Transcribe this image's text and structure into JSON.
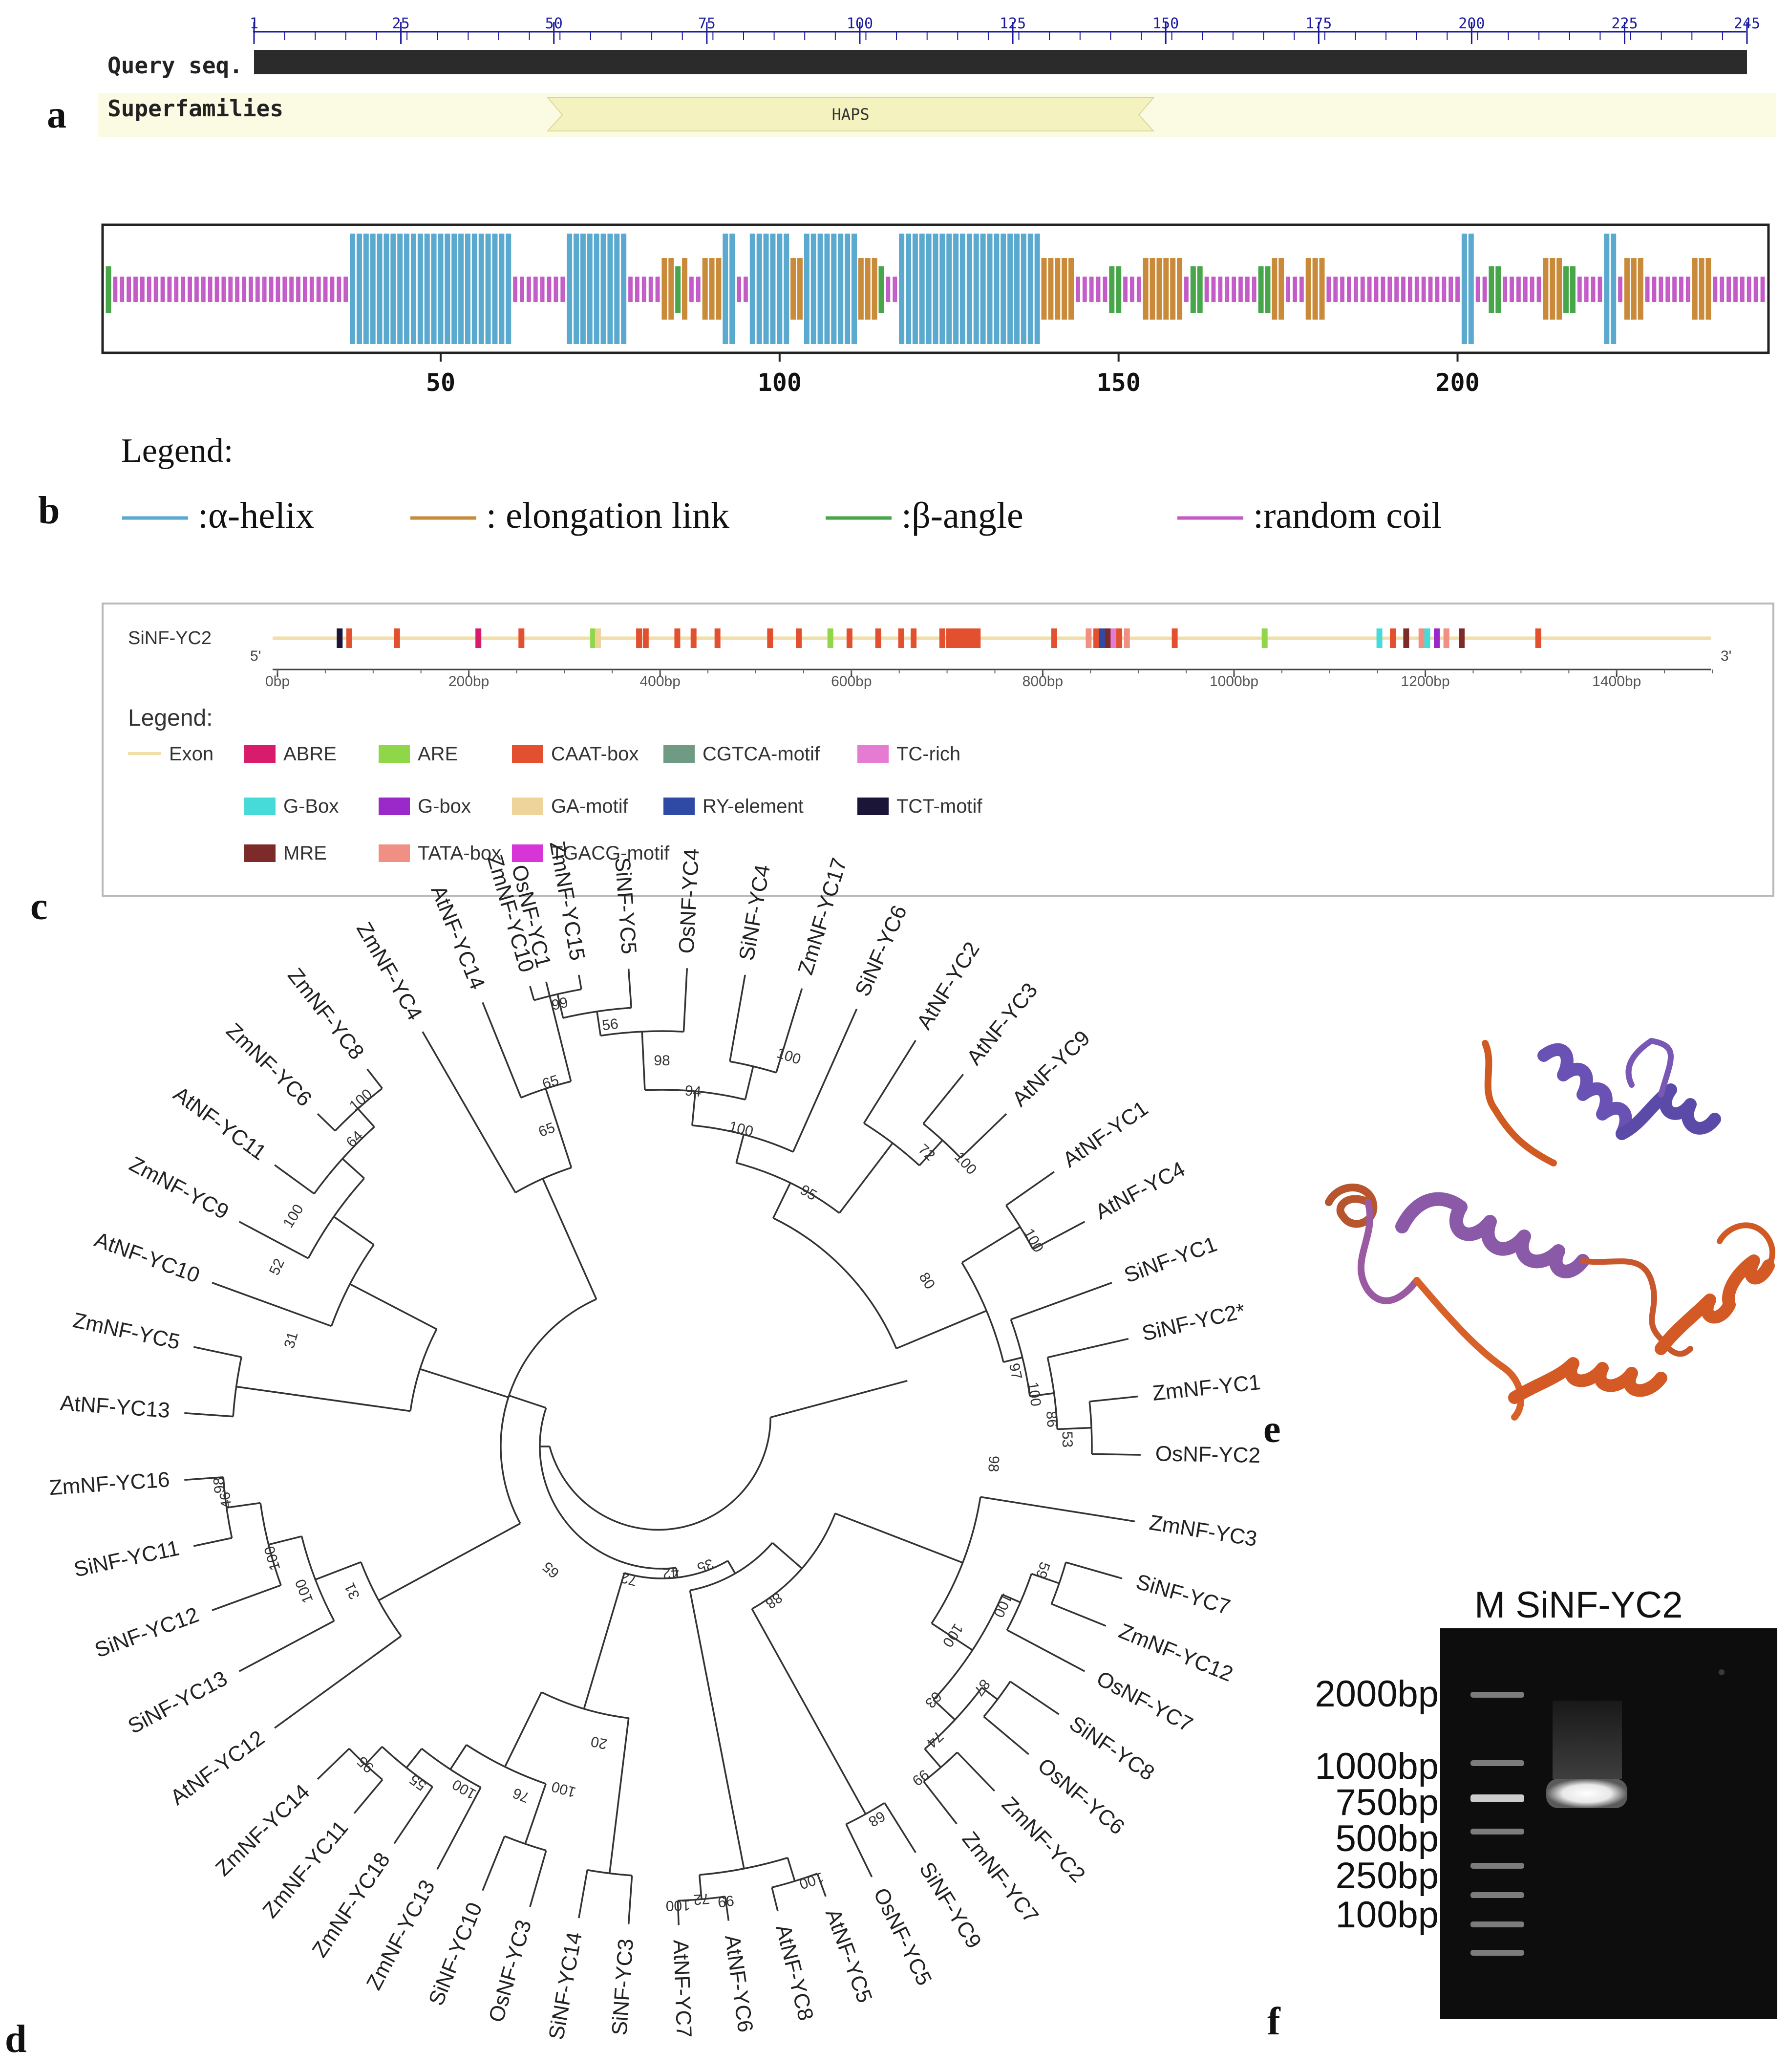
{
  "panels": {
    "a": "a",
    "b": "b",
    "c": "c",
    "d": "d",
    "e": "e",
    "f": "f"
  },
  "panel_a": {
    "ruler_ticks": [
      "1",
      "25",
      "50",
      "75",
      "100",
      "125",
      "150",
      "175",
      "200",
      "225",
      "245"
    ],
    "query_label": "Query seq.",
    "superfamilies_label": "Superfamilies",
    "domain_label": "HAPS",
    "query_length": 245,
    "domain_range": [
      49,
      148
    ],
    "colors": {
      "query_bar": "#2b2b2b",
      "superfamily_band": "#fbfbe3",
      "domain": "#f4f3c0"
    }
  },
  "panel_b": {
    "axis_ticks": [
      "50",
      "100",
      "150",
      "200"
    ],
    "legend_title": "Legend:",
    "legend": [
      {
        "key": "helix",
        "label": ":α-helix",
        "color": "#5aa9cf"
      },
      {
        "key": "extended",
        "label": ": elongation link",
        "color": "#c98a3a"
      },
      {
        "key": "turn",
        "label": ":β-angle",
        "color": "#48a64a"
      },
      {
        "key": "coil",
        "label": ":random coil",
        "color": "#c35ac7"
      }
    ],
    "length": 245,
    "helix_segments": [
      [
        37,
        60
      ],
      [
        69,
        77
      ],
      [
        92,
        93
      ],
      [
        96,
        101
      ],
      [
        104,
        111
      ],
      [
        118,
        138
      ],
      [
        201,
        202
      ],
      [
        222,
        223
      ]
    ],
    "strand_segments": [
      [
        37,
        38
      ],
      [
        83,
        86
      ],
      [
        89,
        92
      ],
      [
        101,
        103
      ],
      [
        112,
        114
      ],
      [
        139,
        143
      ],
      [
        154,
        159
      ],
      [
        172,
        174
      ],
      [
        178,
        180
      ],
      [
        213,
        215
      ],
      [
        225,
        227
      ],
      [
        235,
        237
      ]
    ],
    "turn_segments": [
      [
        1,
        1
      ],
      [
        85,
        85
      ],
      [
        115,
        115
      ],
      [
        149,
        150
      ],
      [
        161,
        162
      ],
      [
        171,
        172
      ],
      [
        205,
        206
      ],
      [
        216,
        217
      ]
    ]
  },
  "panel_c": {
    "gene_label": "SiNF-YC2",
    "five_prime": "5'",
    "three_prime": "3'",
    "axis_ticks": [
      "0bp",
      "200bp",
      "400bp",
      "600bp",
      "800bp",
      "1000bp",
      "1200bp",
      "1400bp"
    ],
    "length_bp": 1500,
    "legend_title": "Legend:",
    "legend": [
      {
        "label": "Exon",
        "color": "#f0dfa8",
        "line": true
      },
      {
        "label": "ABRE",
        "color": "#d81b6a"
      },
      {
        "label": "ARE",
        "color": "#8fd649"
      },
      {
        "label": "CAAT-box",
        "color": "#e2502f"
      },
      {
        "label": "CGTCA-motif",
        "color": "#6f9b84"
      },
      {
        "label": "TC-rich",
        "color": "#e57bd2"
      },
      {
        "label": "G-Box",
        "color": "#46dbd8"
      },
      {
        "label": "G-box",
        "color": "#9b28c9"
      },
      {
        "label": "GA-motif",
        "color": "#eed39a"
      },
      {
        "label": "RY-element",
        "color": "#2f4aa5"
      },
      {
        "label": "TCT-motif",
        "color": "#1b1538"
      },
      {
        "label": "MRE",
        "color": "#7c2a2a"
      },
      {
        "label": "TATA-box",
        "color": "#f08f83"
      },
      {
        "label": "TGACG-motif",
        "color": "#d735d7"
      }
    ],
    "elements": [
      {
        "bp": 65,
        "type": "TCT-motif"
      },
      {
        "bp": 75,
        "type": "CAAT-box"
      },
      {
        "bp": 125,
        "type": "CAAT-box"
      },
      {
        "bp": 210,
        "type": "ABRE"
      },
      {
        "bp": 255,
        "type": "CAAT-box"
      },
      {
        "bp": 330,
        "type": "ARE"
      },
      {
        "bp": 335,
        "type": "GA-motif"
      },
      {
        "bp": 378,
        "type": "CAAT-box"
      },
      {
        "bp": 385,
        "type": "CAAT-box"
      },
      {
        "bp": 418,
        "type": "CAAT-box"
      },
      {
        "bp": 435,
        "type": "CAAT-box"
      },
      {
        "bp": 460,
        "type": "CAAT-box"
      },
      {
        "bp": 515,
        "type": "CAAT-box"
      },
      {
        "bp": 545,
        "type": "CAAT-box"
      },
      {
        "bp": 578,
        "type": "ARE"
      },
      {
        "bp": 598,
        "type": "CAAT-box"
      },
      {
        "bp": 628,
        "type": "CAAT-box"
      },
      {
        "bp": 652,
        "type": "CAAT-box"
      },
      {
        "bp": 665,
        "type": "CAAT-box"
      },
      {
        "bp": 695,
        "type": "CAAT-box"
      },
      {
        "bp": 702,
        "type": "CAAT-box"
      },
      {
        "bp": 708,
        "type": "CAAT-box"
      },
      {
        "bp": 714,
        "type": "CAAT-box"
      },
      {
        "bp": 720,
        "type": "CAAT-box"
      },
      {
        "bp": 726,
        "type": "CAAT-box"
      },
      {
        "bp": 732,
        "type": "CAAT-box"
      },
      {
        "bp": 812,
        "type": "CAAT-box"
      },
      {
        "bp": 848,
        "type": "TATA-box"
      },
      {
        "bp": 856,
        "type": "CAAT-box"
      },
      {
        "bp": 862,
        "type": "RY-element"
      },
      {
        "bp": 868,
        "type": "MRE"
      },
      {
        "bp": 874,
        "type": "TC-rich"
      },
      {
        "bp": 880,
        "type": "CAAT-box"
      },
      {
        "bp": 888,
        "type": "TATA-box"
      },
      {
        "bp": 938,
        "type": "CAAT-box"
      },
      {
        "bp": 1032,
        "type": "ARE"
      },
      {
        "bp": 1152,
        "type": "G-Box"
      },
      {
        "bp": 1166,
        "type": "CAAT-box"
      },
      {
        "bp": 1180,
        "type": "MRE"
      },
      {
        "bp": 1196,
        "type": "TATA-box"
      },
      {
        "bp": 1202,
        "type": "G-Box"
      },
      {
        "bp": 1212,
        "type": "G-box"
      },
      {
        "bp": 1222,
        "type": "TATA-box"
      },
      {
        "bp": 1238,
        "type": "MRE"
      },
      {
        "bp": 1318,
        "type": "CAAT-box"
      }
    ]
  },
  "panel_d": {
    "root_angle": -15,
    "taxa": [
      {
        "name": "OsNF-YC1",
        "ang": 256
      },
      {
        "name": "AtNF-YC14",
        "ang": 248
      },
      {
        "name": "ZmNF-YC4",
        "ang": 240
      },
      {
        "name": "ZmNF-YC8",
        "ang": 232
      },
      {
        "name": "ZmNF-YC6",
        "ang": 224
      },
      {
        "name": "AtNF-YC11",
        "ang": 216
      },
      {
        "name": "ZmNF-YC9",
        "ang": 208
      },
      {
        "name": "AtNF-YC10",
        "ang": 200
      },
      {
        "name": "ZmNF-YC5",
        "ang": 192
      },
      {
        "name": "AtNF-YC13",
        "ang": 184
      },
      {
        "name": "ZmNF-YC16",
        "ang": 176
      },
      {
        "name": "SiNF-YC11",
        "ang": 168
      },
      {
        "name": "SiNF-YC12",
        "ang": 160
      },
      {
        "name": "SiNF-YC13",
        "ang": 152
      },
      {
        "name": "AtNF-YC12",
        "ang": 144
      },
      {
        "name": "ZmNF-YC14",
        "ang": 136
      },
      {
        "name": "ZmNF-YC11",
        "ang": 130
      },
      {
        "name": "ZmNF-YC18",
        "ang": 124
      },
      {
        "name": "ZmNF-YC13",
        "ang": 118
      },
      {
        "name": "SiNF-YC10",
        "ang": 112
      },
      {
        "name": "OsNF-YC3",
        "ang": 106
      },
      {
        "name": "SiNF-YC14",
        "ang": 100
      },
      {
        "name": "SiNF-YC3",
        "ang": 94
      },
      {
        "name": "AtNF-YC7",
        "ang": 88
      },
      {
        "name": "AtNF-YC6",
        "ang": 82
      },
      {
        "name": "AtNF-YC8",
        "ang": 76
      },
      {
        "name": "AtNF-YC5",
        "ang": 70
      },
      {
        "name": "OsNF-YC5",
        "ang": 64
      },
      {
        "name": "SiNF-YC9",
        "ang": 58
      },
      {
        "name": "ZmNF-YC7",
        "ang": 52
      },
      {
        "name": "ZmNF-YC2",
        "ang": 46
      },
      {
        "name": "OsNF-YC6",
        "ang": 40
      },
      {
        "name": "SiNF-YC8",
        "ang": 34
      },
      {
        "name": "OsNF-YC7",
        "ang": 28
      },
      {
        "name": "ZmNF-YC12",
        "ang": 22
      },
      {
        "name": "SiNF-YC7",
        "ang": 16
      },
      {
        "name": "ZmNF-YC3",
        "ang": 9
      },
      {
        "name": "OsNF-YC2",
        "ang": 1
      },
      {
        "name": "ZmNF-YC1",
        "ang": -6
      },
      {
        "name": "SiNF-YC2*",
        "ang": -13
      },
      {
        "name": "SiNF-YC1",
        "ang": -20
      },
      {
        "name": "AtNF-YC4",
        "ang": -28
      },
      {
        "name": "AtNF-YC1",
        "ang": -35
      },
      {
        "name": "AtNF-YC9",
        "ang": -44
      },
      {
        "name": "AtNF-YC3",
        "ang": -51
      },
      {
        "name": "AtNF-YC2",
        "ang": -58
      },
      {
        "name": "SiNF-YC6",
        "ang": -66
      },
      {
        "name": "ZmNF-YC17",
        "ang": -73
      },
      {
        "name": "SiNF-YC4",
        "ang": -80
      },
      {
        "name": "OsNF-YC4",
        "ang": -87
      },
      {
        "name": "SiNF-YC5",
        "ang": -94
      },
      {
        "name": "ZmNF-YC15",
        "ang": -100
      },
      {
        "name": "ZmNF-YC10",
        "ang": -106
      }
    ],
    "bootstrap": [
      {
        "text": "65",
        "ang": 253,
        "r": 770
      },
      {
        "text": "65",
        "ang": 250,
        "r": 680
      },
      {
        "text": "100",
        "ang": 229,
        "r": 930
      },
      {
        "text": "64",
        "ang": 225,
        "r": 880
      },
      {
        "text": "100",
        "ang": 212,
        "r": 880
      },
      {
        "text": "52",
        "ang": 205,
        "r": 860
      },
      {
        "text": "31",
        "ang": 196,
        "r": 780
      },
      {
        "text": "98",
        "ang": 175,
        "r": 900
      },
      {
        "text": "46",
        "ang": 173,
        "r": 890
      },
      {
        "text": "100",
        "ang": 164,
        "r": 820
      },
      {
        "text": "100",
        "ang": 158,
        "r": 780
      },
      {
        "text": "31",
        "ang": 155,
        "r": 690
      },
      {
        "text": "65",
        "ang": 132,
        "r": 330
      },
      {
        "text": "95",
        "ang": 133,
        "r": 880
      },
      {
        "text": "55",
        "ang": 126,
        "r": 840
      },
      {
        "text": "100",
        "ang": 120,
        "r": 800
      },
      {
        "text": "76",
        "ang": 112,
        "r": 760
      },
      {
        "text": "100",
        "ang": 106,
        "r": 720
      },
      {
        "text": "20",
        "ang": 102,
        "r": 610
      },
      {
        "text": "72",
        "ang": 104,
        "r": 270
      },
      {
        "text": "100",
        "ang": 88,
        "r": 930
      },
      {
        "text": "72",
        "ang": 85,
        "r": 920
      },
      {
        "text": "99",
        "ang": 82,
        "r": 930
      },
      {
        "text": "100",
        "ang": 71,
        "r": 930
      },
      {
        "text": "42",
        "ang": 86,
        "r": 250
      },
      {
        "text": "35",
        "ang": 70,
        "r": 250
      },
      {
        "text": "68",
        "ang": 60,
        "r": 870
      },
      {
        "text": "88",
        "ang": 54,
        "r": 380
      },
      {
        "text": "99",
        "ang": 52,
        "r": 850
      },
      {
        "text": "74",
        "ang": 47,
        "r": 810
      },
      {
        "text": "63",
        "ang": 43,
        "r": 750
      },
      {
        "text": "87",
        "ang": 37,
        "r": 810
      },
      {
        "text": "100",
        "ang": 33,
        "r": 700
      },
      {
        "text": "100",
        "ang": 25,
        "r": 760
      },
      {
        "text": "59",
        "ang": 18,
        "r": 810
      },
      {
        "text": "98",
        "ang": 3,
        "r": 670
      },
      {
        "text": "53",
        "ang": -1,
        "r": 820
      },
      {
        "text": "86",
        "ang": -4,
        "r": 790
      },
      {
        "text": "100",
        "ang": -8,
        "r": 760
      },
      {
        "text": "97",
        "ang": -12,
        "r": 730
      },
      {
        "text": "100",
        "ang": -29,
        "r": 860
      },
      {
        "text": "100",
        "ang": -43,
        "r": 840
      },
      {
        "text": "72",
        "ang": -48,
        "r": 800
      },
      {
        "text": "80",
        "ang": -32,
        "r": 630
      },
      {
        "text": "95",
        "ang": -60,
        "r": 590
      },
      {
        "text": "100",
        "ang": -76,
        "r": 660
      },
      {
        "text": "94",
        "ang": -85,
        "r": 720
      },
      {
        "text": "98",
        "ang": -90,
        "r": 780
      },
      {
        "text": "100",
        "ang": -72,
        "r": 830
      },
      {
        "text": "56",
        "ang": -97,
        "r": 860
      },
      {
        "text": "99",
        "ang": -103,
        "r": 920
      }
    ]
  },
  "panel_f": {
    "title": "M SiNF-YC2",
    "ladder_labels": [
      "2000bp",
      "1000bp",
      "750bp",
      "500bp",
      "250bp",
      "100bp"
    ]
  }
}
